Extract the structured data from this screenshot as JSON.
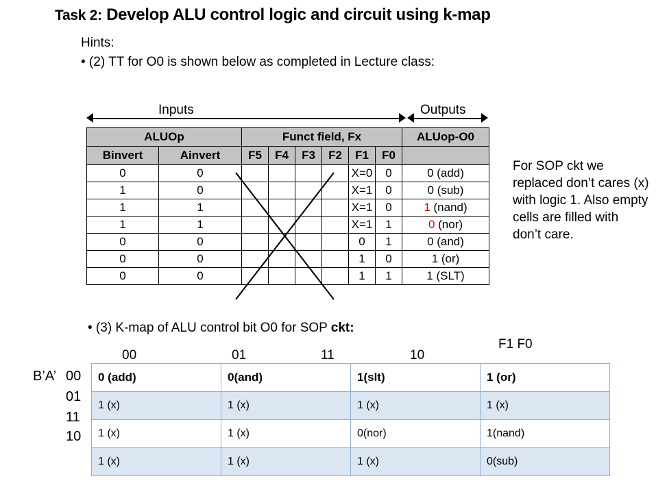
{
  "title": {
    "task_prefix": "Task 2:",
    "text": " Develop ALU control logic and circuit using k-map"
  },
  "hints": {
    "label": "Hints:",
    "item2": "• (2) TT for O0 is shown below as completed in Lecture class:"
  },
  "truth_table": {
    "arrow_labels": {
      "inputs": "Inputs",
      "outputs": "Outputs"
    },
    "group_headers": {
      "aluop": "ALUOp",
      "funct": "Funct field, Fx",
      "output": "ALUop-O0"
    },
    "column_headers": [
      "Binvert",
      "Ainvert",
      "F5",
      "F4",
      "F3",
      "F2",
      "F1",
      "F0"
    ],
    "rows": [
      {
        "binvert": "0",
        "ainvert": "0",
        "f5": "",
        "f4": "",
        "f3": "",
        "f2": "",
        "f1": "X=0",
        "f0": "0",
        "out": "0 (add)",
        "out_red": false,
        "small": false
      },
      {
        "binvert": "1",
        "ainvert": "0",
        "f5": "",
        "f4": "",
        "f3": "",
        "f2": "",
        "f1": "X=1",
        "f0": "0",
        "out": "0 (sub)",
        "out_red": false,
        "small": false
      },
      {
        "binvert": "1",
        "ainvert": "1",
        "f5": "",
        "f4": "",
        "f3": "",
        "f2": "",
        "f1": "X=1",
        "f0": "0",
        "out": "1 (nand)",
        "out_red": true,
        "small": false
      },
      {
        "binvert": "1",
        "ainvert": "1",
        "f5": "",
        "f4": "",
        "f3": "",
        "f2": "",
        "f1": "X=1",
        "f0": "1",
        "out": "0 (nor)",
        "out_red": true,
        "small": false
      },
      {
        "binvert": "0",
        "ainvert": "0",
        "f5": "",
        "f4": "",
        "f3": "",
        "f2": "",
        "f1": "0",
        "f0": "1",
        "out": "0 (and)",
        "out_red": false,
        "small": false
      },
      {
        "binvert": "0",
        "ainvert": "0",
        "f5": "",
        "f4": "",
        "f3": "",
        "f2": "",
        "f1": "1",
        "f0": "0",
        "out": "1 (or)",
        "out_red": false,
        "small": false
      },
      {
        "binvert": "0",
        "ainvert": "0",
        "f5": "",
        "f4": "",
        "f3": "",
        "f2": "",
        "f1": "1",
        "f0": "1",
        "out": "1 (SLT)",
        "out_red": false,
        "small": true
      }
    ]
  },
  "side_note": "For SOP ckt we replaced don’t cares (x) with logic 1. Also empty cells are filled with don’t care.",
  "kmap_section": {
    "heading_plain": "• (3) K-map of ALU control bit O0 for SOP ",
    "heading_bold": "ckt:",
    "axis_label_cols": "F1 F0",
    "axis_label_rows": "B’A’",
    "col_labels": [
      "00",
      "01",
      "11",
      "10"
    ],
    "row_labels": [
      "00",
      "01",
      "11",
      "10"
    ],
    "cells": [
      [
        "0 (add)",
        "0(and)",
        "1(slt)",
        "1 (or)"
      ],
      [
        "1 (x)",
        "1 (x)",
        "1 (x)",
        "1 (x)"
      ],
      [
        "1 (x)",
        "1 (x)",
        "0(nor)",
        "1(nand)"
      ],
      [
        "1 (x)",
        "1 (x)",
        "1 (x)",
        "0(sub)"
      ]
    ]
  },
  "colors": {
    "header_gray": "#c3c3c3",
    "kmap_band": "#dce6f2",
    "kmap_border": "#8fb0d3",
    "red_text": "#e00000"
  }
}
